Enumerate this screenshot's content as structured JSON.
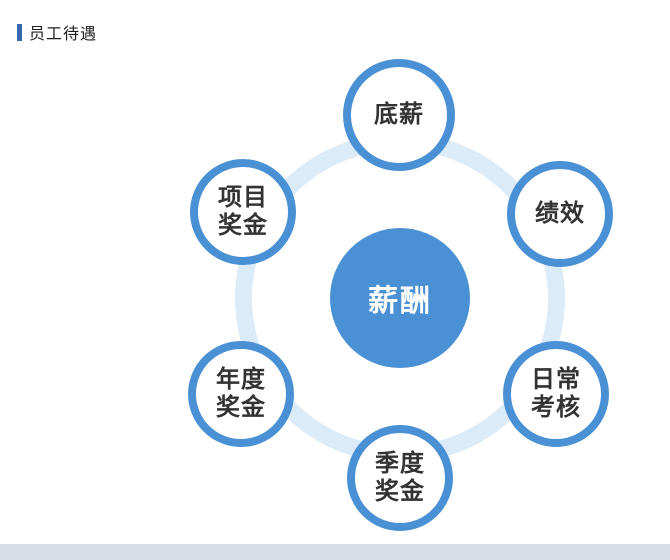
{
  "page": {
    "title": "员工待遇",
    "colors": {
      "accent_blue": "#4a90d5",
      "title_bar_blue": "#3a66b0",
      "orbit_ring_blue": "#dcebf8",
      "label_text": "#333333",
      "bottom_strip": "#d7dee6"
    }
  },
  "diagram": {
    "center": {
      "label": "薪酬"
    },
    "nodes": [
      {
        "name": "base-salary",
        "lines": [
          "底薪"
        ]
      },
      {
        "name": "performance",
        "lines": [
          "绩效"
        ]
      },
      {
        "name": "daily-assessment",
        "lines": [
          "日常",
          "考核"
        ]
      },
      {
        "name": "quarterly-bonus",
        "lines": [
          "季度",
          "奖金"
        ]
      },
      {
        "name": "annual-bonus",
        "lines": [
          "年度",
          "奖金"
        ]
      },
      {
        "name": "project-bonus",
        "lines": [
          "项目",
          "奖金"
        ]
      }
    ]
  }
}
